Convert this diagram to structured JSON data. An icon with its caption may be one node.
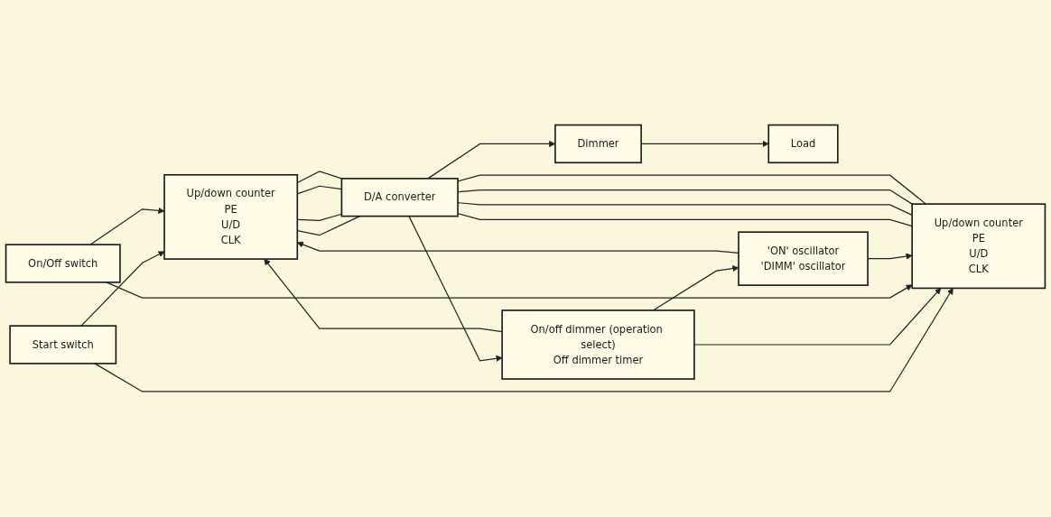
{
  "diagram": {
    "nodes": [
      {
        "text": [
          "Start switch"
        ]
      },
      {
        "text": [
          "On/Off switch"
        ]
      },
      {
        "text": [
          "Up/down counter",
          "PE",
          "U/D",
          "CLK"
        ]
      },
      {
        "text": [
          "Up/down counter",
          "PE",
          "U/D",
          "CLK"
        ]
      },
      {
        "text": [
          "D/A converter"
        ]
      },
      {
        "text": [
          "Dimmer"
        ]
      },
      {
        "text": [
          "Load"
        ]
      },
      {
        "text": [
          "On/off dimmer (operation select)",
          "Off dimmer timer"
        ]
      },
      {
        "text": [
          "'ON' oscillator",
          "'DIMM' oscillator"
        ]
      }
    ],
    "edges": [
      {
        "from": 0,
        "to": 2,
        "arrow": "to"
      },
      {
        "from": 0,
        "to": 3,
        "arrow": "to"
      },
      {
        "from": 7,
        "to": 2,
        "arrow": "to"
      },
      {
        "from": 7,
        "to": 3,
        "arrow": "to"
      },
      {
        "from": 1,
        "to": 2,
        "arrow": "to"
      },
      {
        "from": 1,
        "to": 3,
        "arrow": "to"
      },
      {
        "from": 8,
        "to": 2,
        "arrow": "to"
      },
      {
        "from": 8,
        "to": 3,
        "arrow": "to"
      },
      {
        "from": 2,
        "to": 4,
        "arrow": "none"
      },
      {
        "from": 2,
        "to": 4,
        "arrow": "none"
      },
      {
        "from": 2,
        "to": 4,
        "arrow": "none"
      },
      {
        "from": 2,
        "to": 4,
        "arrow": "none"
      },
      {
        "from": 3,
        "to": 4,
        "arrow": "none"
      },
      {
        "from": 3,
        "to": 4,
        "arrow": "none"
      },
      {
        "from": 3,
        "to": 4,
        "arrow": "none"
      },
      {
        "from": 3,
        "to": 4,
        "arrow": "none"
      },
      {
        "from": 4,
        "to": 5,
        "arrow": "to"
      },
      {
        "from": 4,
        "to": 7,
        "arrow": "to"
      },
      {
        "from": 5,
        "to": 6,
        "arrow": "to"
      },
      {
        "from": 7,
        "to": 8,
        "arrow": "to"
      }
    ]
  }
}
